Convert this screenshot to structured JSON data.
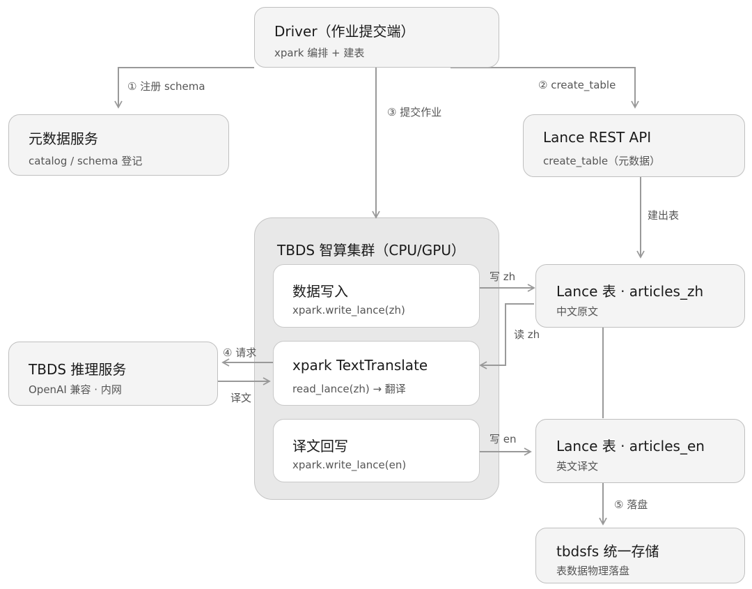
{
  "driver": {
    "title": "Driver（作业提交端）",
    "subtitle": "xpark 编排 + 建表"
  },
  "metadata_service": {
    "title": "元数据服务",
    "subtitle": "catalog / schema 登记"
  },
  "lance_rest": {
    "title": "Lance REST API",
    "subtitle": "create_table（元数据）"
  },
  "cluster": {
    "title": "TBDS 智算集群（CPU/GPU）",
    "write_zh": {
      "title": "数据写入",
      "subtitle": "xpark.write_lance(zh)"
    },
    "translate": {
      "title": "xpark TextTranslate",
      "subtitle": "read_lance(zh) → 翻译"
    },
    "write_en": {
      "title": "译文回写",
      "subtitle": "xpark.write_lance(en)"
    }
  },
  "inference": {
    "title": "TBDS 推理服务",
    "subtitle": "OpenAI 兼容 · 内网"
  },
  "table_zh": {
    "title": "Lance 表 · articles_zh",
    "subtitle": "中文原文"
  },
  "table_en": {
    "title": "Lance 表 · articles_en",
    "subtitle": "英文译文"
  },
  "storage": {
    "title": "tbdsfs 统一存储",
    "subtitle": "表数据物理落盘"
  },
  "edges": {
    "register_schema": "① 注册 schema",
    "create_table": "② create_table",
    "submit_job": "③ 提交作业",
    "request": "④ 请求",
    "land": "⑤ 落盘",
    "build_table": "建出表",
    "write_zh": "写 zh",
    "read_zh": "读 zh",
    "translation": "译文",
    "write_en": "写 en"
  },
  "colors": {
    "line": "#999999",
    "box_fill": "#f4f4f4",
    "cluster_fill": "#e8e8e8",
    "inner_fill": "#ffffff"
  }
}
